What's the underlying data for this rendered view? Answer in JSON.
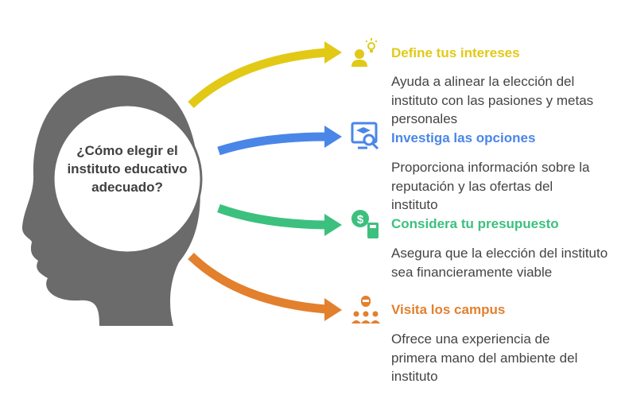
{
  "center_question": "¿Cómo elegir el instituto educativo adecuado?",
  "colors": {
    "head": "#6b6b6b",
    "yellow": "#E2C916",
    "blue": "#4A86E8",
    "green": "#3CC07E",
    "orange": "#E2802E"
  },
  "items": [
    {
      "title": "Define tus intereses",
      "description": "Ayuda a alinear la elección del instituto con las pasiones y metas personales",
      "icon": "person-lightbulb-icon"
    },
    {
      "title": "Investiga las opciones",
      "description": "Proporciona información sobre la reputación y las ofertas del instituto",
      "icon": "monitor-graduation-search-icon"
    },
    {
      "title": "Considera tu presupuesto",
      "description": "Asegura que la elección del instituto sea financieramente viable",
      "icon": "dollar-calculator-icon"
    },
    {
      "title": "Visita los campus",
      "description": "Ofrece una experiencia de primera mano del ambiente del instituto",
      "icon": "guide-group-icon"
    }
  ]
}
